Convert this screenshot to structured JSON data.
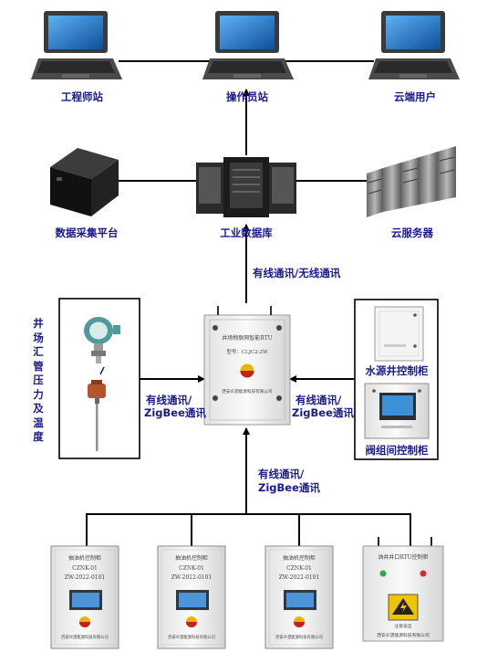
{
  "top_nodes": {
    "engineer": "工程师站",
    "operator": "操作员站",
    "cloud_user": "云端用户"
  },
  "middle_nodes": {
    "collection": "数据采集平台",
    "database": "工业数据库",
    "cloud_server": "云服务器"
  },
  "links": {
    "rtu_to_db": "有线通讯/无线通讯",
    "sensor_line1": "有线通讯/",
    "sensor_line2": "ZigBee通讯",
    "cabinet_line1": "有线通讯/",
    "cabinet_line2": "ZigBee通讯",
    "pump_line1": "有线通讯/",
    "pump_line2": "ZigBee通讯"
  },
  "sensor_group_label": "井场汇管压力及温度",
  "cabinets": {
    "water_well": "水源井控制柜",
    "valve_group": "阀组间控制柜"
  },
  "rtu": {
    "title": "井场物联网智能RTU",
    "model": "型号：CLJC2-2W",
    "company": "西安众望能源科技有限公司"
  },
  "pump_units": [
    {
      "title": "抽油机控制柜",
      "model": "CZNK-01",
      "code": "ZW-2022-0101",
      "company": "西安众望能源科技有限公司"
    },
    {
      "title": "抽油机控制柜",
      "model": "CZNK-01",
      "code": "ZW-2022-0101",
      "company": "西安众望能源科技有限公司"
    },
    {
      "title": "抽油机控制柜",
      "model": "CZNK-01",
      "code": "ZW-2022-0101",
      "company": "西安众望能源科技有限公司"
    }
  ],
  "injection_cabinet": {
    "title": "油井井口RTU控制柜",
    "warning": "注意安全",
    "company": "西安众望能源科技有限公司"
  },
  "colors": {
    "label": "#1a1a8a",
    "line": "#000000",
    "screen": "#1e74c8"
  }
}
